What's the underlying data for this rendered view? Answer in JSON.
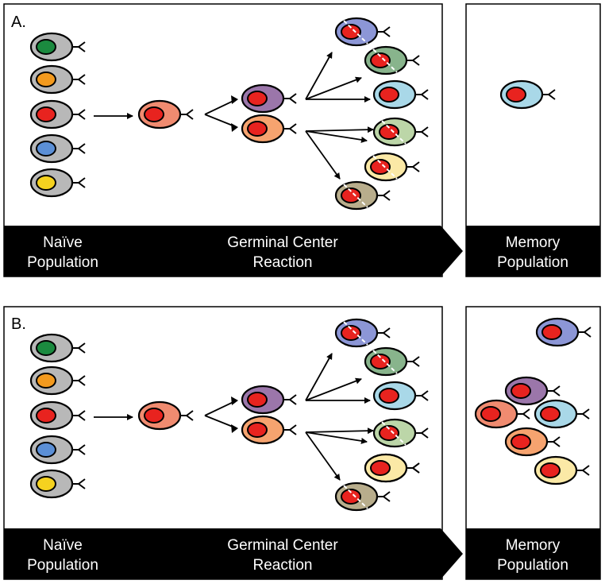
{
  "colors": {
    "naive_cell": "#b8b8b8",
    "nucleus_red": "#e8231f",
    "nucleus_green": "#1b8a3f",
    "nucleus_orange": "#f39a1e",
    "nucleus_blue": "#5b8fd6",
    "nucleus_yellow": "#f5d21f",
    "founder": "#f08b70",
    "purple": "#9b76aa",
    "orange": "#f6a36f",
    "lavender": "#8c96d6",
    "sage": "#88b48c",
    "light_blue": "#a9d8e8",
    "light_green": "#bcd6a8",
    "pale_yellow": "#fbe9a6",
    "taupe": "#b8ad8c",
    "band": "#000000"
  },
  "panels": [
    {
      "letter": "A.",
      "stages": {
        "naive": [
          "Naïve",
          "Population"
        ],
        "gc": [
          "Germinal Center",
          "Reaction"
        ],
        "memory": [
          "Memory",
          "Population"
        ]
      }
    },
    {
      "letter": "B.",
      "stages": {
        "naive": [
          "Naïve",
          "Population"
        ],
        "gc": [
          "Germinal Center",
          "Reaction"
        ],
        "memory": [
          "Memory",
          "Population"
        ]
      }
    }
  ]
}
